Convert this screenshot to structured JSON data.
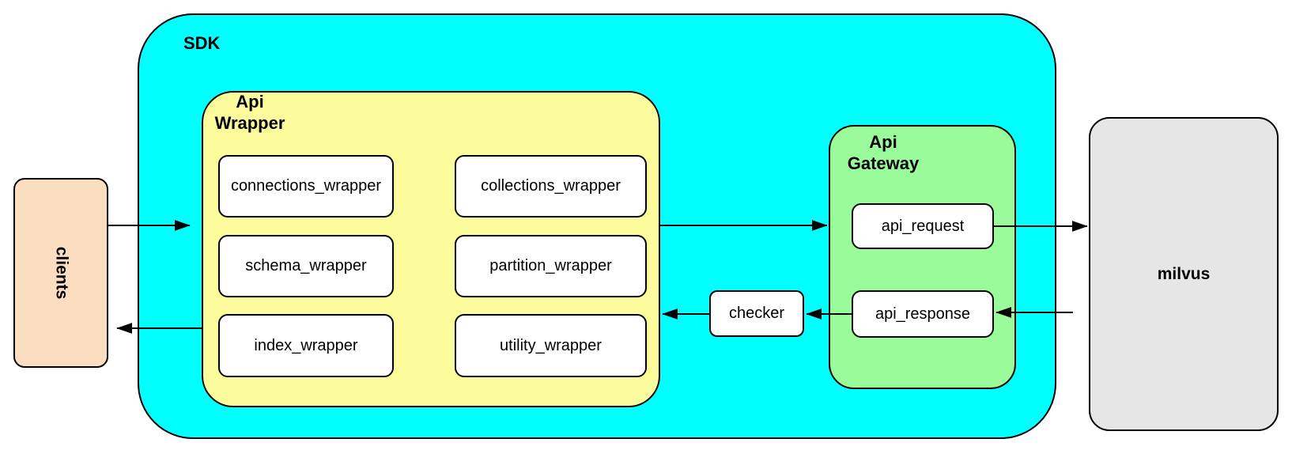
{
  "nodes": {
    "clients": "clients",
    "sdk": "SDK",
    "api_wrapper": "Api Wrapper",
    "wrappers": [
      "connections_wrapper",
      "collections_wrapper",
      "schema_wrapper",
      "partition_wrapper",
      "index_wrapper",
      "utility_wrapper"
    ],
    "checker": "checker",
    "api_gateway": "Api Gateway",
    "gateway_items": [
      "api_request",
      "api_response"
    ],
    "milvus": "milvus"
  },
  "arrows": [
    {
      "from": "clients",
      "to": "api-wrapper"
    },
    {
      "from": "api-wrapper",
      "to": "clients"
    },
    {
      "from": "api-wrapper",
      "to": "api-gateway"
    },
    {
      "from": "api_request",
      "to": "milvus"
    },
    {
      "from": "milvus",
      "to": "api_response"
    },
    {
      "from": "api_response",
      "to": "checker"
    },
    {
      "from": "checker",
      "to": "api-wrapper"
    }
  ],
  "colors": {
    "sdk_fill": "#00ffff",
    "api_wrapper_fill": "#fcfc9c",
    "api_gateway_fill": "#9afb9a",
    "clients_fill": "#fbdebf",
    "milvus_fill": "#e6e6e6",
    "node_fill": "#ffffff",
    "border": "#000000"
  }
}
